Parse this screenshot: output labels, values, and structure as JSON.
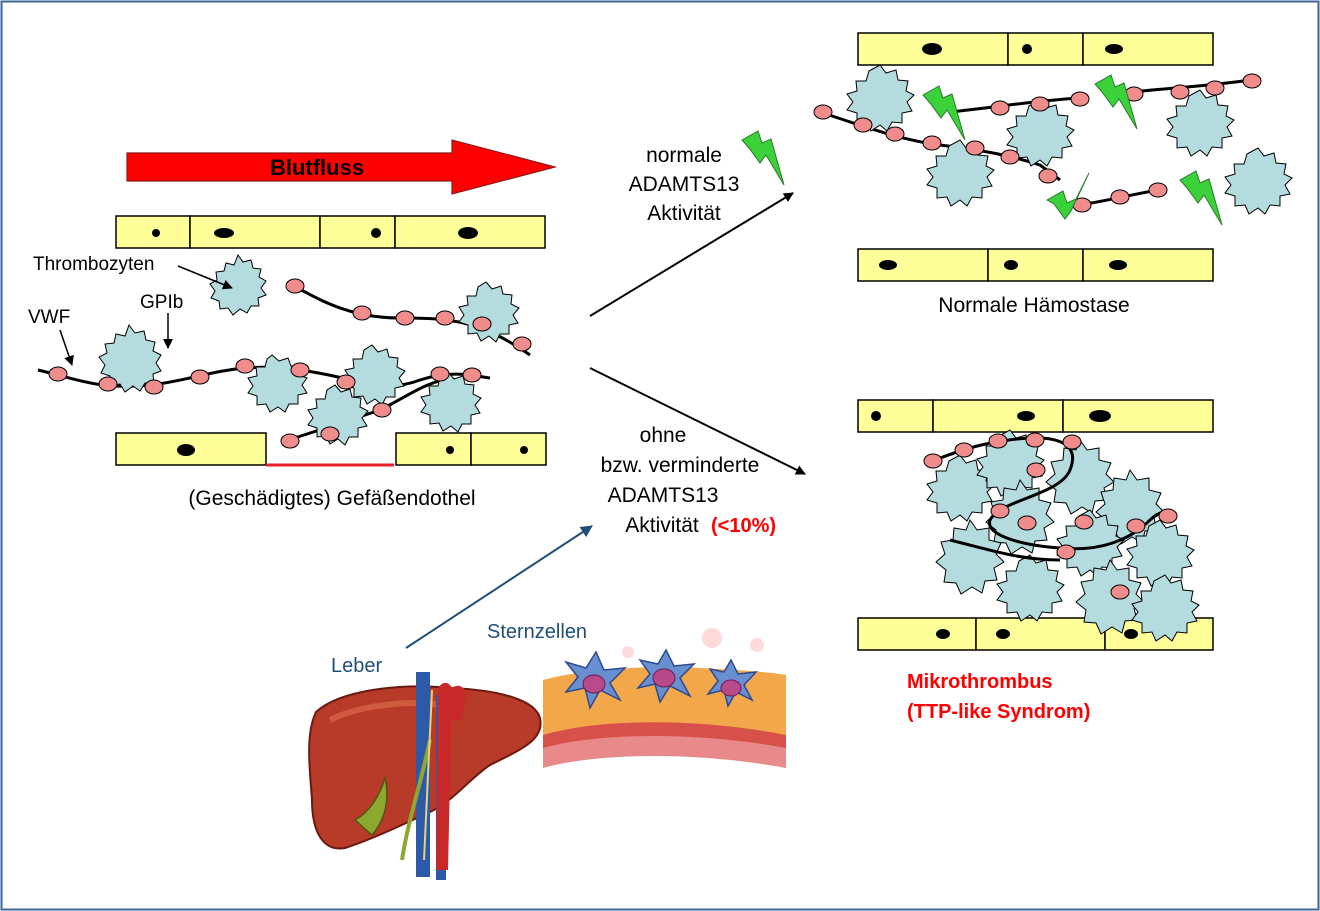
{
  "flow_arrow_label": "Blutfluss",
  "labels": {
    "thrombozyten": "Thrombozyten",
    "vwf": "VWF",
    "gpib": "GPIb",
    "endothel": "(Geschädigtes) Gefäßendothel",
    "normal_hemostasis": "Normale Hämostase",
    "leber": "Leber",
    "sternzellen": "Sternzellen"
  },
  "normal_branch": {
    "line1": "normale",
    "line2": "ADAMTS13",
    "line3": "Aktivität"
  },
  "reduced_branch": {
    "line1": "ohne",
    "line2": "bzw. verminderte",
    "line3": "ADAMTS13",
    "line4": "Aktivität",
    "threshold": "(<10%)"
  },
  "outcome": {
    "line1": "Mikrothrombus",
    "line2": "(TTP-like Syndrom)"
  },
  "colors": {
    "frame": "#3f6497",
    "cell_fill": "#ffff99",
    "platelet_fill": "#b4dcdf",
    "vwf_bead": "#f08c8c",
    "flow_arrow": "#ff0000",
    "damage_line": "#e8202a",
    "scissors": "#3ad13a",
    "liver_arrow": "#1f4e79",
    "blue_label": "#1f4e79",
    "outcome_text": "#ff0000"
  }
}
